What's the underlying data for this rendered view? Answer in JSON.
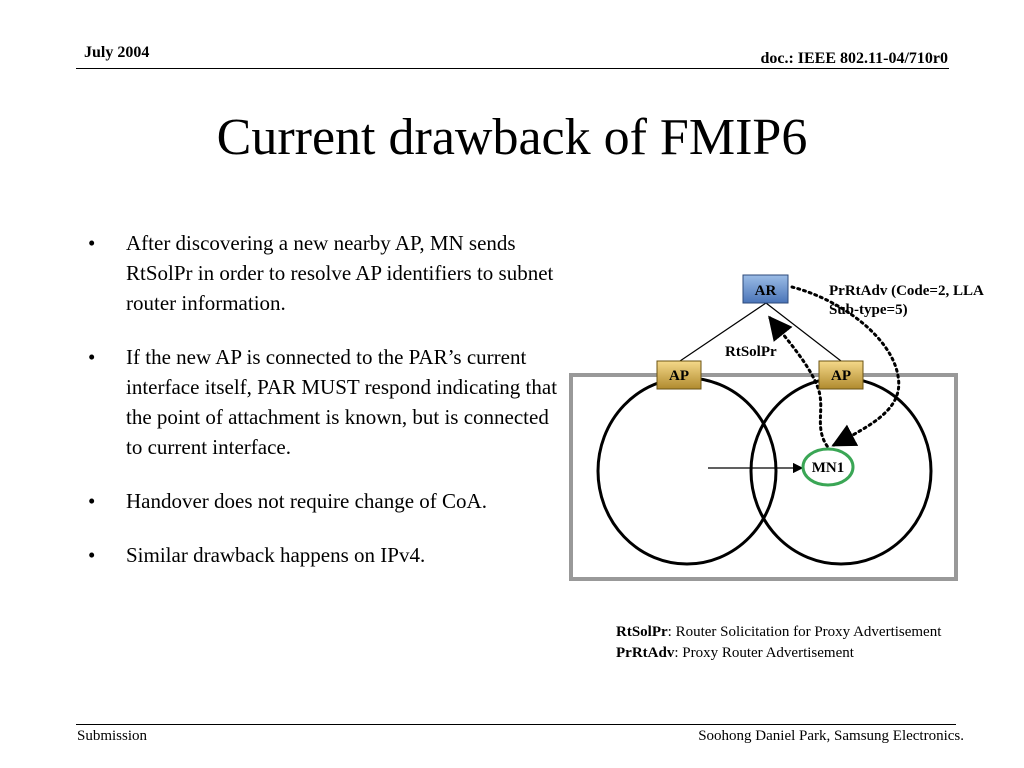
{
  "header": {
    "date": "July 2004",
    "doc_id": "doc.: IEEE 802.11-04/710r0"
  },
  "title": "Current drawback of FMIP6",
  "bullets": [
    "After discovering a new nearby AP, MN sends RtSolPr in order to resolve AP identifiers to subnet router information.",
    "If the new AP is connected to the PAR’s current interface itself, PAR MUST respond indicating that the point of attachment is known, but is connected to current interface.",
    "Handover does not require change of CoA.",
    "Similar drawback happens on IPv4."
  ],
  "bullet_glyph": "•",
  "diagram": {
    "router_label": "AR",
    "ap_left_label": "AP",
    "ap_right_label": "AP",
    "mn_label": "MN1",
    "rtsolpr_label": "RtSolPr",
    "prrtadv_line1": "PrRtAdv (Code=2, LLA",
    "prrtadv_line2": "Sub-type=5)",
    "colors": {
      "router_fill_top": "#9bbce6",
      "router_fill_bottom": "#4a74b8",
      "ap_fill_top": "#f5d98a",
      "ap_fill_bottom": "#b08a2e",
      "mn_ring": "#3aa655",
      "subnet_border": "#999999"
    }
  },
  "legend": {
    "rtsolpr_term": "RtSolPr",
    "rtsolpr_def": ": Router Solicitation for Proxy Advertisement",
    "prrtadv_term": "PrRtAdv",
    "prrtadv_def": ": Proxy Router Advertisement"
  },
  "footer": {
    "left": "Submission",
    "right": "Soohong Daniel Park, Samsung Electronics."
  }
}
